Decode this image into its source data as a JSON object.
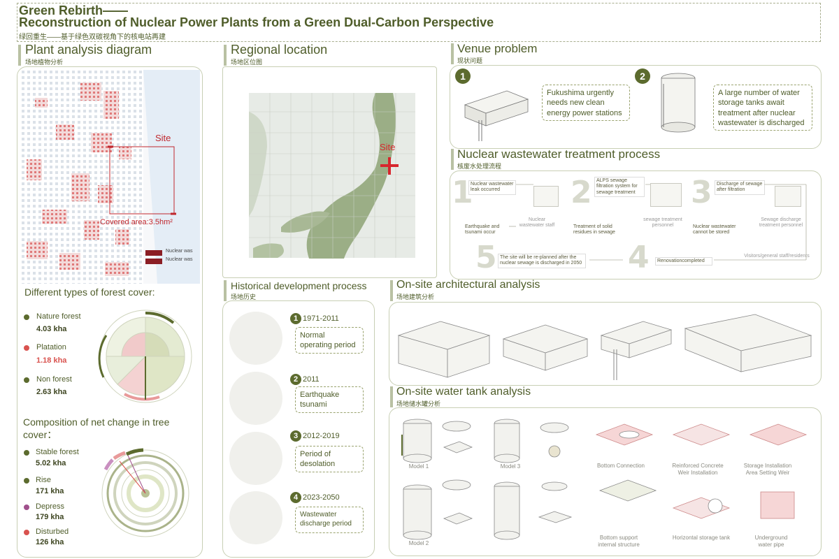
{
  "header": {
    "title_line1": "Green Rebirth——",
    "title_line2": "Reconstruction of Nuclear Power Plants from a Green Dual-Carbon Perspective",
    "subtitle": "绿回重生——基于绿色双碳视角下的核电站再建"
  },
  "plant_analysis": {
    "title": "Plant analysis diagram",
    "subtitle": "场地植物分析",
    "site_label": "Site",
    "covered_area": "Covered area:3.5hm²",
    "legend": [
      "Nuclear was",
      "Nuclear was"
    ]
  },
  "forest_cover": {
    "title": "Different types of forest cover:",
    "items": [
      {
        "label": "Nature forest",
        "value": "4.03 kha",
        "color": "#5c6b2e"
      },
      {
        "label": "Platation",
        "value": "1.18 kha",
        "color": "#d9534f"
      },
      {
        "label": "Non forest",
        "value": "2.63 kha",
        "color": "#5c6b2e"
      }
    ]
  },
  "net_change": {
    "title_line1": "Composition of net change in tree",
    "title_line2": "cover：",
    "items": [
      {
        "label": "Stable forest",
        "value": "5.02 kha",
        "color": "#5c6b2e"
      },
      {
        "label": "Rise",
        "value": "171 kha",
        "color": "#5c6b2e"
      },
      {
        "label": "Depress",
        "value": "179 kha",
        "color": "#a0508c"
      },
      {
        "label": "Disturbed",
        "value": "126 kha",
        "color": "#d9534f"
      }
    ]
  },
  "regional": {
    "title": "Regional location",
    "subtitle": "场地区位图",
    "site_label": "Site"
  },
  "history": {
    "title": "Historical development process",
    "subtitle": "场地历史",
    "items": [
      {
        "num": "1",
        "period": "1971-2011",
        "desc": "Normal operating period"
      },
      {
        "num": "2",
        "period": "2011",
        "desc": "Earthquake tsunami"
      },
      {
        "num": "3",
        "period": "2012-2019",
        "desc": "Period of desolation"
      },
      {
        "num": "4",
        "period": "2023-2050",
        "desc": "Wastewater discharge period"
      }
    ]
  },
  "venue": {
    "title": "Venue problem",
    "subtitle": "现状问题",
    "items": [
      {
        "num": "1",
        "text": "Fukushima urgently needs new clean energy power stations"
      },
      {
        "num": "2",
        "text": "A large number of water storage tanks await treatment after nuclear wastewater is discharged"
      }
    ]
  },
  "process": {
    "title": "Nuclear wastewater treatment process",
    "subtitle": "核废水处理流程",
    "nums": [
      "1",
      "2",
      "3",
      "4",
      "5"
    ],
    "labels": {
      "leak": "Nuclear wastewater leak occurred",
      "staff": "Nuclear wastewater staff",
      "quake": "Earthquake and tsunami occur",
      "alps": "ALPS sewage filtration system for sewage treatment",
      "solid": "Treatment of solid residues in sewage",
      "treat_personnel": "sewage treatment personnel",
      "discharge": "Discharge of sewage after filtration",
      "cannot": "Nuclear wastewater cannot be stored",
      "discharge_personnel": "Sewage discharge treatment personnel",
      "visitors": "Visitors/general staff/residents",
      "renovation": "Renovationcompleted",
      "replanned": "The site will be re-planned after the nuclear sewage is discharged in 2050"
    }
  },
  "arch": {
    "title": "On-site architectural analysis",
    "subtitle": "场地建筑分析"
  },
  "tank": {
    "title": "On-site water tank analysis",
    "subtitle": "场地储水罐分析",
    "models": [
      "Model 1",
      "Model 3",
      "Model 2"
    ],
    "captions": [
      "Bottom Connection",
      "Reinforced Concrete Weir Installation",
      "Storage Installation Area Setting Weir",
      "Bottom support internal structure",
      "Horizontal storage tank",
      "Underground water pipe"
    ]
  },
  "colors": {
    "olive": "#5c6b2e",
    "title_olive": "#4f5d2a",
    "accent_red": "#c0272d",
    "border": "#c8cfb4"
  }
}
